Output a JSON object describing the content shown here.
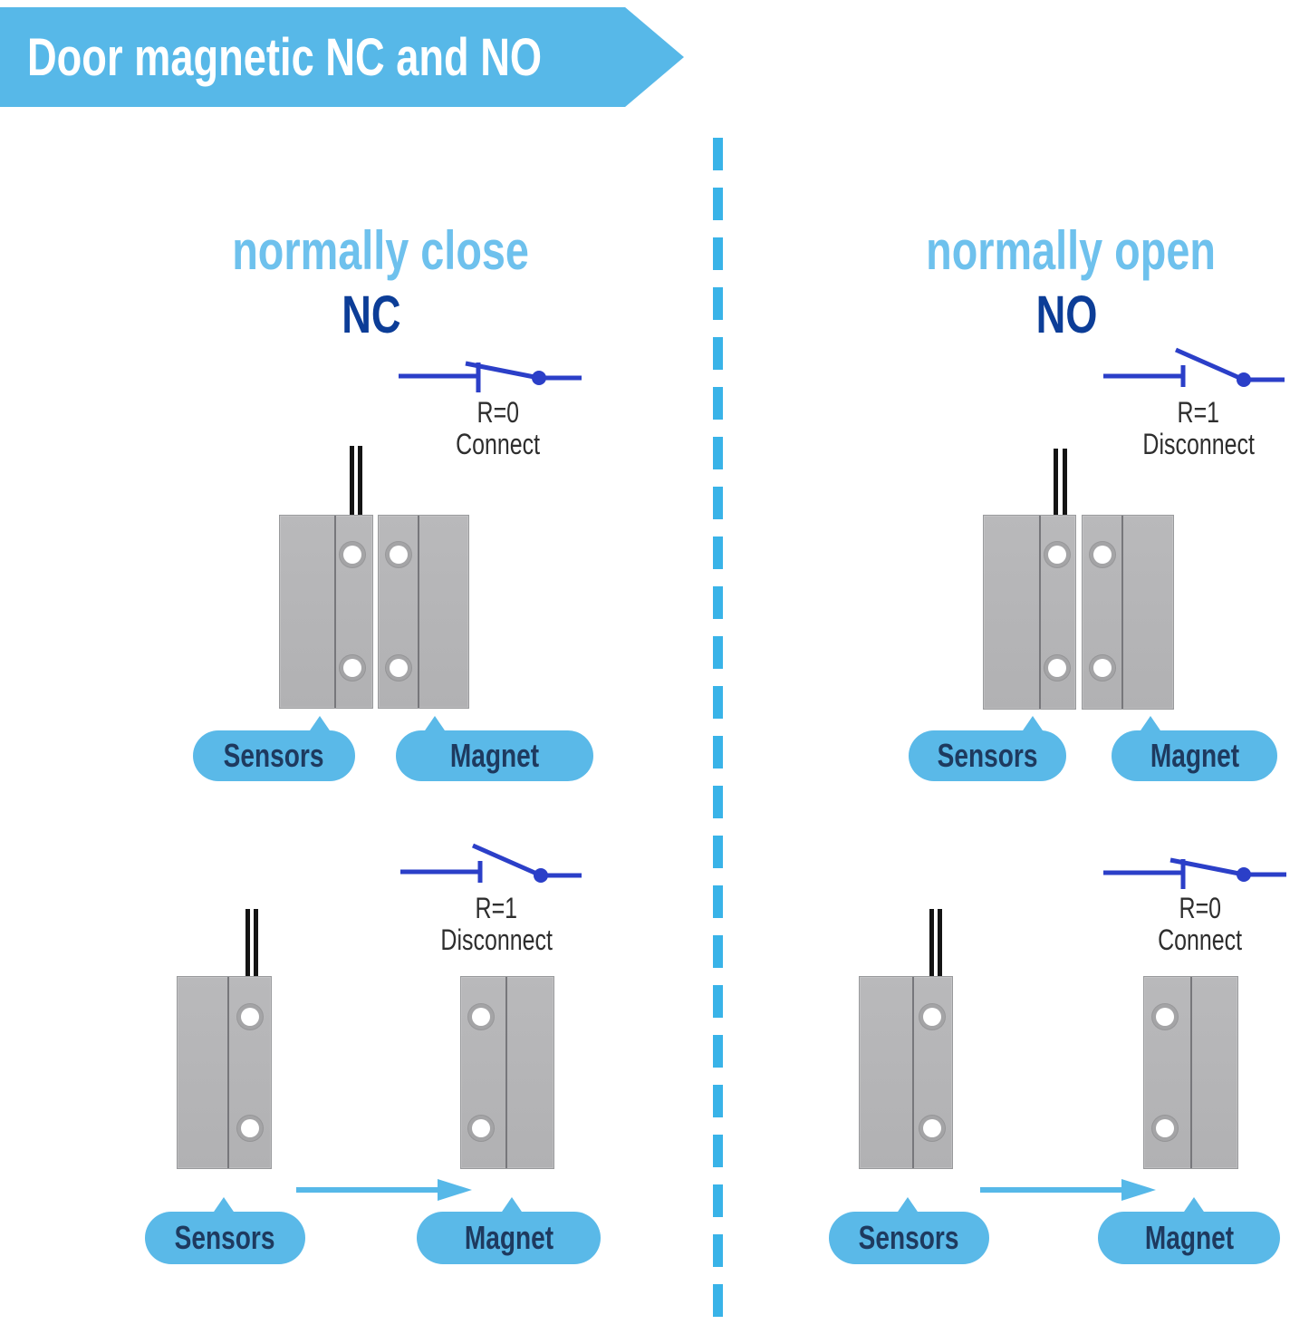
{
  "banner": {
    "title": "Door magnetic NC and NO"
  },
  "colors": {
    "banner_blue": "#57b8e8",
    "heading_light_blue": "#6ec1ed",
    "heading_dark_blue": "#0c3d97",
    "switch_blue": "#2b3fc8",
    "pill_blue": "#5ab9e8",
    "pill_text_navy": "#1e3a5f",
    "caption_text": "#2e2e2e",
    "block_gray": "#b6b6b8",
    "dash_blue": "#39b3e8"
  },
  "columns": [
    {
      "heading": {
        "line1": "normally close",
        "line2": "NC"
      },
      "top": {
        "switch": "closed",
        "r_label": "R=0",
        "state_label": "Connect",
        "sensor_pill": "Sensors",
        "magnet_pill": "Magnet"
      },
      "bottom": {
        "switch": "open",
        "r_label": "R=1",
        "state_label": "Disconnect",
        "sensor_pill": "Sensors",
        "magnet_pill": "Magnet"
      }
    },
    {
      "heading": {
        "line1": "normally open",
        "line2": "NO"
      },
      "top": {
        "switch": "open",
        "r_label": "R=1",
        "state_label": "Disconnect",
        "sensor_pill": "Sensors",
        "magnet_pill": "Magnet"
      },
      "bottom": {
        "switch": "closed",
        "r_label": "R=0",
        "state_label": "Connect",
        "sensor_pill": "Sensors",
        "magnet_pill": "Magnet"
      }
    }
  ]
}
